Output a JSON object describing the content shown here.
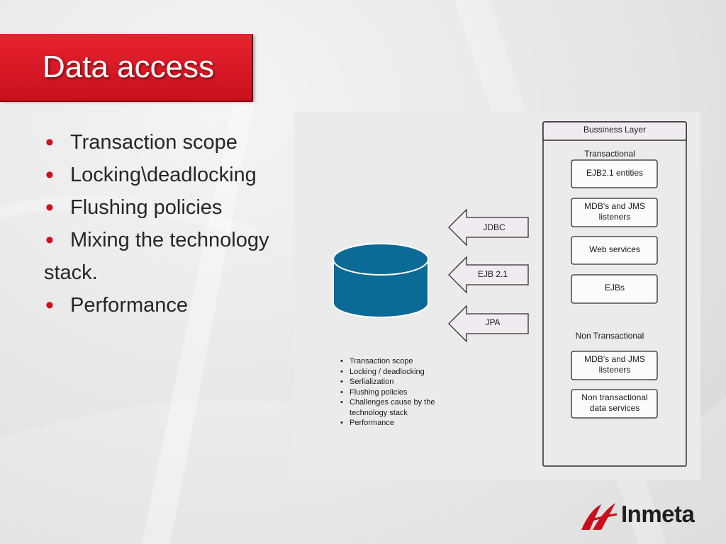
{
  "slide": {
    "title": "Data access",
    "bullets": [
      "Transaction scope",
      "Locking\\deadlocking",
      "Flushing policies",
      "Mixing the technology"
    ],
    "bullet_continuation": "stack.",
    "bullet_last": "Performance"
  },
  "diagram": {
    "layer_title": "Bussiness Layer",
    "transactional_label": "Transactional",
    "transactional_items": [
      [
        "EJB2.1 entities"
      ],
      [
        "MDB's and JMS",
        "listeners"
      ],
      [
        "Web services"
      ],
      [
        "EJBs"
      ]
    ],
    "non_transactional_label": "Non Transactional",
    "non_transactional_items": [
      [
        "MDB's and JMS",
        "listeners"
      ],
      [
        "Non transactional",
        "data services"
      ]
    ],
    "arrows": [
      "JDBC",
      "EJB 2.1",
      "JPA"
    ],
    "database_icon": "database-cylinder-icon",
    "notes": [
      "Transaction scope",
      "Locking / deadlocking",
      "Serlialization",
      "Flushing policies",
      "Challenges cause by the technology stack",
      "Performance"
    ],
    "colors": {
      "database": "#0c6a97",
      "arrow_fill": "#f2eaf1",
      "box_fill": "#fbfbfb"
    }
  },
  "logo": {
    "text": "Inmeta",
    "icon": "inmeta-logo-icon",
    "accent": "#c8101d"
  },
  "colors": {
    "title_bar": "#d51621",
    "bullet_dot": "#d0101c"
  }
}
